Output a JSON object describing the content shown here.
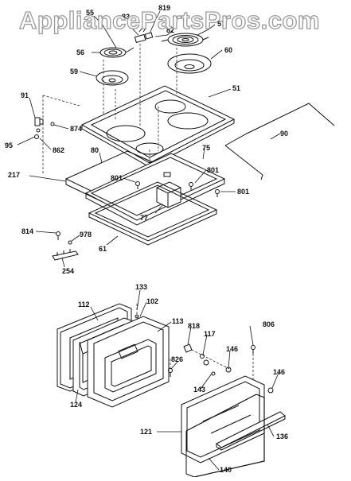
{
  "watermark": "AppliancePartsPros.com",
  "parts": {
    "p55": "55",
    "p83": "83",
    "p819": "819",
    "p82": "82",
    "p57": "57",
    "p56": "56",
    "p60": "60",
    "p59": "59",
    "p51": "51",
    "p91": "91",
    "p874": "874",
    "p95": "95",
    "p862": "862",
    "p90": "90",
    "p80": "80",
    "p75": "75",
    "p217": "217",
    "p801a": "801",
    "p801b": "801",
    "p801c": "801",
    "p77": "77",
    "p814": "814",
    "p978": "978",
    "p61": "61",
    "p254": "254",
    "p133": "133",
    "p102": "102",
    "p112": "112",
    "p113": "113",
    "p818": "818",
    "p117": "117",
    "p806": "806",
    "p146a": "146",
    "p826": "826",
    "p143": "143",
    "p146b": "146",
    "p124": "124",
    "p121": "121",
    "p136": "136",
    "p140": "140"
  }
}
